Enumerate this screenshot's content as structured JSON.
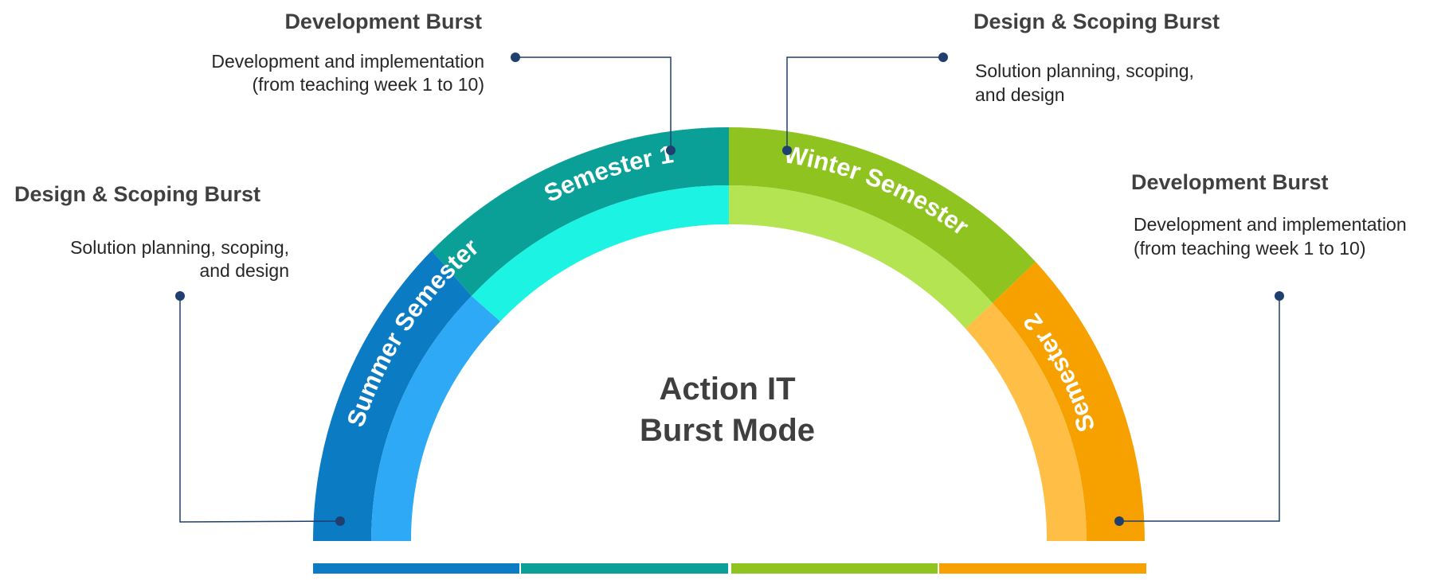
{
  "center": {
    "line1": "Action IT",
    "line2": "Burst Mode"
  },
  "segments": [
    {
      "label": "Summer Semester",
      "outer_color": "#0B7BC4",
      "inner_color": "#2DA9F5"
    },
    {
      "label": "Semester 1",
      "outer_color": "#0AA098",
      "inner_color": "#1CF3E3"
    },
    {
      "label": "Winter Semester",
      "outer_color": "#8FC31F",
      "inner_color": "#B4E451"
    },
    {
      "label": "Semester 2",
      "outer_color": "#F7A100",
      "inner_color": "#FFBE45"
    }
  ],
  "callouts": [
    {
      "title": "Design & Scoping Burst",
      "desc1": "Solution planning, scoping,",
      "desc2": "and design"
    },
    {
      "title": "Development Burst",
      "desc1": "Development and implementation",
      "desc2": "(from teaching week 1 to 10)"
    },
    {
      "title": "Design & Scoping Burst",
      "desc1": "Solution planning, scoping,",
      "desc2": "and design"
    },
    {
      "title": "Development Burst",
      "desc1": "Development and implementation",
      "desc2": "(from teaching week 1 to 10)"
    }
  ],
  "colors": {
    "connector": "#1F3F6E",
    "title_text": "#404040",
    "desc_text": "#262626"
  }
}
